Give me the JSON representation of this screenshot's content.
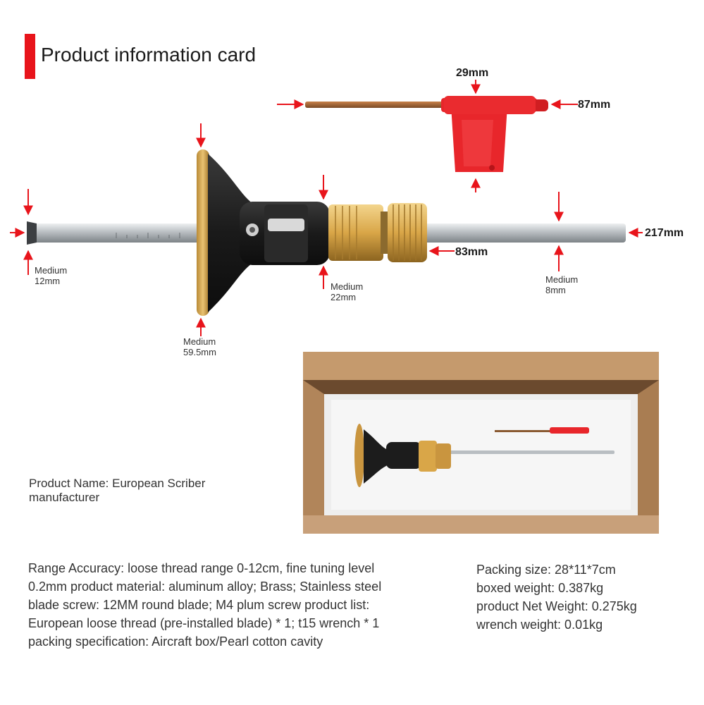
{
  "header": {
    "title": "Product information card"
  },
  "dimensions": {
    "wrench_width": "29mm",
    "wrench_length": "87mm",
    "rod_length": "217mm",
    "body_length": "83mm"
  },
  "labels": {
    "left_tip": {
      "line1": "Medium",
      "line2": "12mm"
    },
    "body": {
      "line1": "Medium",
      "line2": "22mm"
    },
    "rod": {
      "line1": "Medium",
      "line2": "8mm"
    },
    "fence": {
      "line1": "Medium",
      "line2": "59.5mm"
    }
  },
  "product": {
    "name_line1": "Product Name: European Scriber",
    "name_line2": "manufacturer"
  },
  "description": {
    "lines": [
      "Range Accuracy: loose thread range 0-12cm, fine tuning level",
      "0.2mm product material: aluminum alloy; Brass; Stainless steel",
      "blade screw: 12MM round blade; M4 plum screw product list:",
      "European loose thread (pre-installed blade) * 1; t15 wrench * 1",
      "packing specification: Aircraft box/Pearl cotton cavity"
    ]
  },
  "specs": {
    "lines": [
      "Packing size: 28*11*7cm",
      "boxed weight: 0.387kg",
      "product Net Weight: 0.275kg",
      "wrench weight: 0.01kg"
    ]
  },
  "colors": {
    "accent": "#e8141b",
    "brass": "#d9a648",
    "body_black": "#1c1c1c",
    "steel": "#c9cdd0",
    "wrench_red": "#e8262b",
    "cardboard": "#c59a6d"
  }
}
